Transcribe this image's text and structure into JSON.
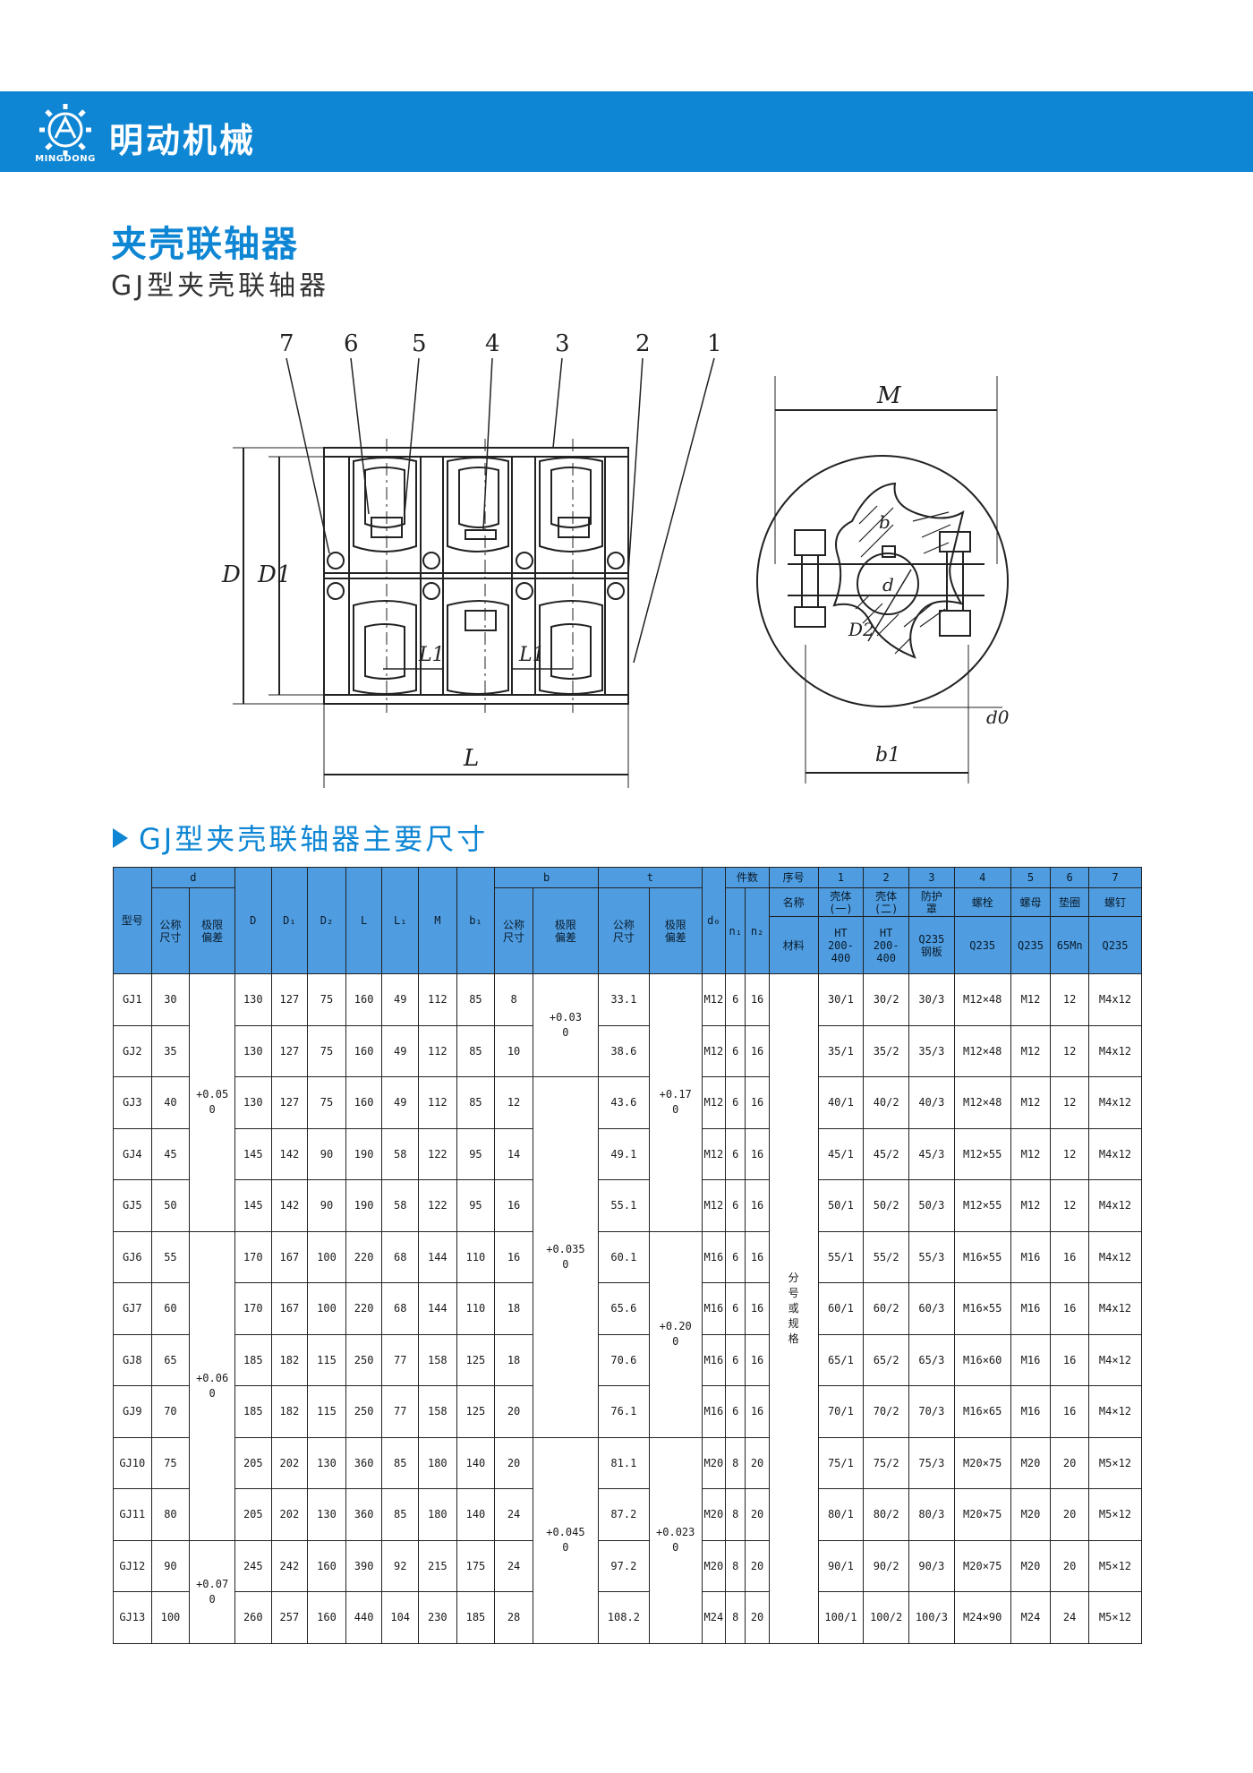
{
  "header": {
    "brand": "明动机械",
    "brand_en": "MINGDONG"
  },
  "title": "夹壳联轴器",
  "subtitle": "GJ型夹壳联轴器",
  "drawing": {
    "part_labels": [
      "7",
      "6",
      "5",
      "4",
      "3",
      "2",
      "1"
    ],
    "dim_D": "D",
    "dim_D1": "D1",
    "dim_L": "L",
    "dim_L1": "L1",
    "dim_M": "M",
    "dim_b": "b",
    "dim_d": "d",
    "dim_D2": "D2",
    "dim_d0": "d0",
    "dim_b1": "b1"
  },
  "section_title": "GJ型夹壳联轴器主要尺寸",
  "table": {
    "header": {
      "model": "型号",
      "d": "d",
      "b": "b",
      "t": "t",
      "nominal": "公称\n尺寸",
      "tolerance": "极限\n偏差",
      "D": "D",
      "D1": "D₁",
      "D2": "D₂",
      "L": "L",
      "L1": "L₁",
      "M": "M",
      "b1": "b₁",
      "d0": "d₀",
      "count": "件数",
      "n1": "n₁",
      "n2": "n₂",
      "seq": "序号",
      "name": "名称",
      "material": "材料",
      "nums": [
        "1",
        "2",
        "3",
        "4",
        "5",
        "6",
        "7"
      ],
      "names": [
        "壳体\n(一)",
        "壳体\n(二)",
        "防护\n罩",
        "螺栓",
        "螺母",
        "垫圈",
        "螺钉"
      ],
      "materials": [
        "HT\n200-\n400",
        "HT\n200-\n400",
        "Q235\n钢板",
        "Q235",
        "Q235",
        "65Mn",
        "Q235"
      ]
    },
    "d_tol": [
      "+0.05\n0",
      "+0.06\n0",
      "+0.07\n0"
    ],
    "b_tol": [
      "+0.03\n0",
      "+0.035\n0",
      "+0.045\n0"
    ],
    "t_tol": [
      "+0.17\n0",
      "+0.20\n0",
      "+0.023\n0"
    ],
    "spec_note": "分\n号\n或\n规\n格",
    "rows": [
      {
        "model": "GJ1",
        "d": "30",
        "D": "130",
        "D1": "127",
        "D2": "75",
        "L": "160",
        "L1": "49",
        "M": "112",
        "b1": "85",
        "b": "8",
        "t": "33.1",
        "d0": "M12",
        "n1": "6",
        "n2": "16",
        "p1": "30/1",
        "p2": "30/2",
        "p3": "30/3",
        "p4": "M12×48",
        "p5": "M12",
        "p6": "12",
        "p7": "M4x12"
      },
      {
        "model": "GJ2",
        "d": "35",
        "D": "130",
        "D1": "127",
        "D2": "75",
        "L": "160",
        "L1": "49",
        "M": "112",
        "b1": "85",
        "b": "10",
        "t": "38.6",
        "d0": "M12",
        "n1": "6",
        "n2": "16",
        "p1": "35/1",
        "p2": "35/2",
        "p3": "35/3",
        "p4": "M12×48",
        "p5": "M12",
        "p6": "12",
        "p7": "M4x12"
      },
      {
        "model": "GJ3",
        "d": "40",
        "D": "130",
        "D1": "127",
        "D2": "75",
        "L": "160",
        "L1": "49",
        "M": "112",
        "b1": "85",
        "b": "12",
        "t": "43.6",
        "d0": "M12",
        "n1": "6",
        "n2": "16",
        "p1": "40/1",
        "p2": "40/2",
        "p3": "40/3",
        "p4": "M12×48",
        "p5": "M12",
        "p6": "12",
        "p7": "M4x12"
      },
      {
        "model": "GJ4",
        "d": "45",
        "D": "145",
        "D1": "142",
        "D2": "90",
        "L": "190",
        "L1": "58",
        "M": "122",
        "b1": "95",
        "b": "14",
        "t": "49.1",
        "d0": "M12",
        "n1": "6",
        "n2": "16",
        "p1": "45/1",
        "p2": "45/2",
        "p3": "45/3",
        "p4": "M12×55",
        "p5": "M12",
        "p6": "12",
        "p7": "M4x12"
      },
      {
        "model": "GJ5",
        "d": "50",
        "D": "145",
        "D1": "142",
        "D2": "90",
        "L": "190",
        "L1": "58",
        "M": "122",
        "b1": "95",
        "b": "16",
        "t": "55.1",
        "d0": "M12",
        "n1": "6",
        "n2": "16",
        "p1": "50/1",
        "p2": "50/2",
        "p3": "50/3",
        "p4": "M12×55",
        "p5": "M12",
        "p6": "12",
        "p7": "M4x12"
      },
      {
        "model": "GJ6",
        "d": "55",
        "D": "170",
        "D1": "167",
        "D2": "100",
        "L": "220",
        "L1": "68",
        "M": "144",
        "b1": "110",
        "b": "16",
        "t": "60.1",
        "d0": "M16",
        "n1": "6",
        "n2": "16",
        "p1": "55/1",
        "p2": "55/2",
        "p3": "55/3",
        "p4": "M16×55",
        "p5": "M16",
        "p6": "16",
        "p7": "M4x12"
      },
      {
        "model": "GJ7",
        "d": "60",
        "D": "170",
        "D1": "167",
        "D2": "100",
        "L": "220",
        "L1": "68",
        "M": "144",
        "b1": "110",
        "b": "18",
        "t": "65.6",
        "d0": "M16",
        "n1": "6",
        "n2": "16",
        "p1": "60/1",
        "p2": "60/2",
        "p3": "60/3",
        "p4": "M16×55",
        "p5": "M16",
        "p6": "16",
        "p7": "M4x12"
      },
      {
        "model": "GJ8",
        "d": "65",
        "D": "185",
        "D1": "182",
        "D2": "115",
        "L": "250",
        "L1": "77",
        "M": "158",
        "b1": "125",
        "b": "18",
        "t": "70.6",
        "d0": "M16",
        "n1": "6",
        "n2": "16",
        "p1": "65/1",
        "p2": "65/2",
        "p3": "65/3",
        "p4": "M16×60",
        "p5": "M16",
        "p6": "16",
        "p7": "M4×12"
      },
      {
        "model": "GJ9",
        "d": "70",
        "D": "185",
        "D1": "182",
        "D2": "115",
        "L": "250",
        "L1": "77",
        "M": "158",
        "b1": "125",
        "b": "20",
        "t": "76.1",
        "d0": "M16",
        "n1": "6",
        "n2": "16",
        "p1": "70/1",
        "p2": "70/2",
        "p3": "70/3",
        "p4": "M16×65",
        "p5": "M16",
        "p6": "16",
        "p7": "M4×12"
      },
      {
        "model": "GJ10",
        "d": "75",
        "D": "205",
        "D1": "202",
        "D2": "130",
        "L": "360",
        "L1": "85",
        "M": "180",
        "b1": "140",
        "b": "20",
        "t": "81.1",
        "d0": "M20",
        "n1": "8",
        "n2": "20",
        "p1": "75/1",
        "p2": "75/2",
        "p3": "75/3",
        "p4": "M20×75",
        "p5": "M20",
        "p6": "20",
        "p7": "M5×12"
      },
      {
        "model": "GJ11",
        "d": "80",
        "D": "205",
        "D1": "202",
        "D2": "130",
        "L": "360",
        "L1": "85",
        "M": "180",
        "b1": "140",
        "b": "24",
        "t": "87.2",
        "d0": "M20",
        "n1": "8",
        "n2": "20",
        "p1": "80/1",
        "p2": "80/2",
        "p3": "80/3",
        "p4": "M20×75",
        "p5": "M20",
        "p6": "20",
        "p7": "M5×12"
      },
      {
        "model": "GJ12",
        "d": "90",
        "D": "245",
        "D1": "242",
        "D2": "160",
        "L": "390",
        "L1": "92",
        "M": "215",
        "b1": "175",
        "b": "24",
        "t": "97.2",
        "d0": "M20",
        "n1": "8",
        "n2": "20",
        "p1": "90/1",
        "p2": "90/2",
        "p3": "90/3",
        "p4": "M20×75",
        "p5": "M20",
        "p6": "20",
        "p7": "M5×12"
      },
      {
        "model": "GJ13",
        "d": "100",
        "D": "260",
        "D1": "257",
        "D2": "160",
        "L": "440",
        "L1": "104",
        "M": "230",
        "b1": "185",
        "b": "28",
        "t": "108.2",
        "d0": "M24",
        "n1": "8",
        "n2": "20",
        "p1": "100/1",
        "p2": "100/2",
        "p3": "100/3",
        "p4": "M24×90",
        "p5": "M24",
        "p6": "24",
        "p7": "M5×12"
      }
    ]
  }
}
